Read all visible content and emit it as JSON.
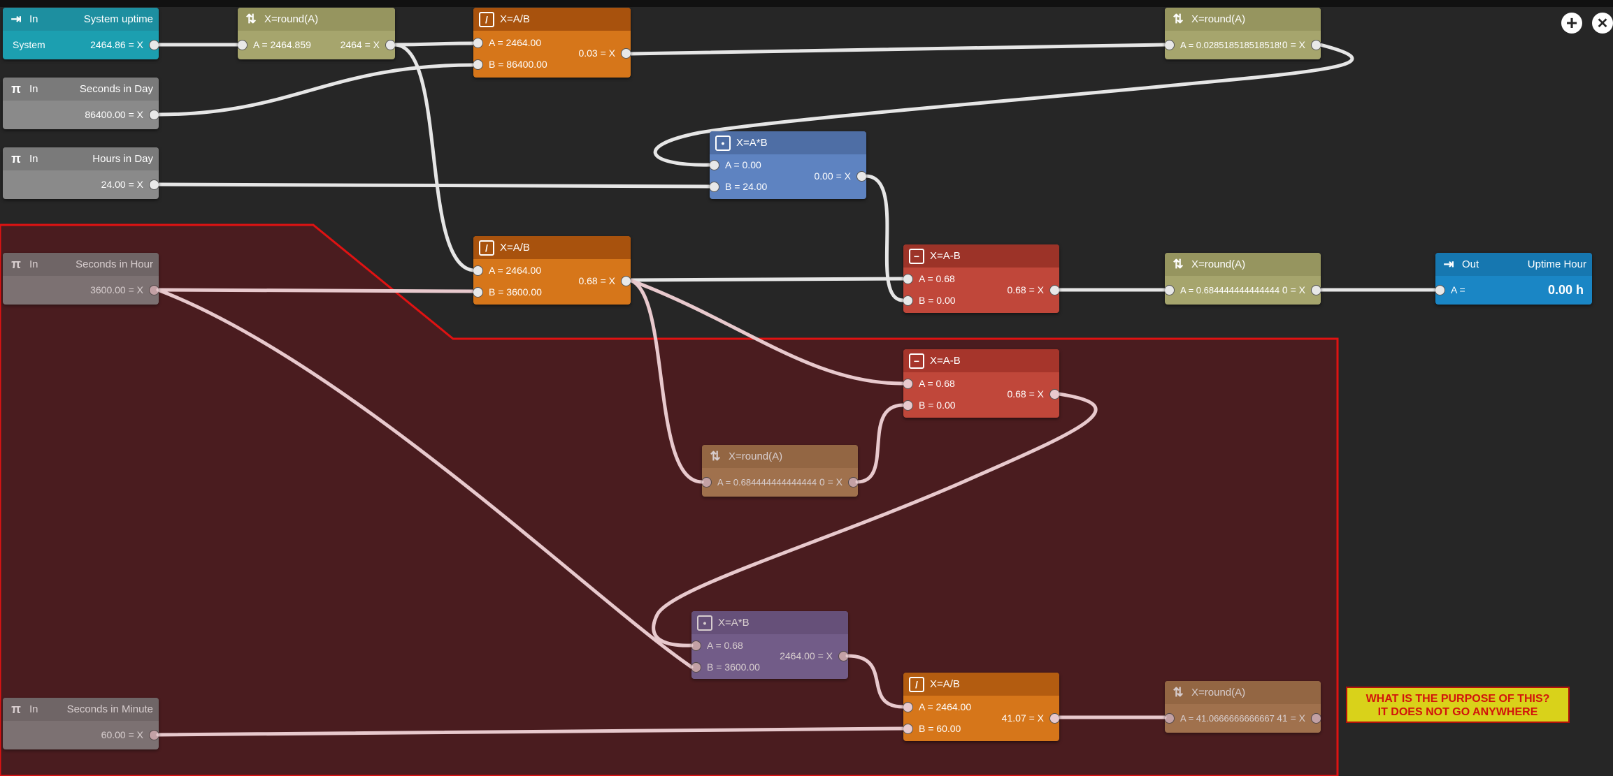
{
  "colors": {
    "input_teal": "#1c9fb0",
    "const_grey": "#8a8a8a",
    "round_olive": "#a6a56d",
    "divide_orange": "#d6761a",
    "multiply_blue": "#5e83c1",
    "subtract_red": "#c0473a",
    "output_blue": "#1a86c5",
    "region_fill": "#4a1c1f",
    "region_border": "#e01212",
    "note_bg": "#d9d21a",
    "note_text": "#d2140b"
  },
  "toolbar": {
    "add_icon": "plus-circle-icon",
    "close_icon": "x-circle-icon",
    "add_symbol": "+",
    "close_symbol": "✕"
  },
  "nodes": {
    "system_uptime": {
      "kind": "In",
      "title": "System uptime",
      "row_label": "System",
      "output": "2464.86 = X",
      "icon": "login-arrow-icon"
    },
    "seconds_in_day": {
      "kind": "In",
      "title": "Seconds in Day",
      "output": "86400.00 = X",
      "icon": "pi-icon"
    },
    "hours_in_day": {
      "kind": "In",
      "title": "Hours in Day",
      "output": "24.00 = X",
      "icon": "pi-icon"
    },
    "seconds_in_hour": {
      "kind": "In",
      "title": "Seconds in Hour",
      "output": "3600.00 = X",
      "icon": "pi-icon"
    },
    "seconds_in_minute": {
      "kind": "In",
      "title": "Seconds in Minute",
      "output": "60.00 = X",
      "icon": "pi-icon"
    },
    "round_uptime": {
      "title": "X=round(A)",
      "a": "A = 2464.859",
      "output": "2464 = X",
      "icon": "round-arrows-icon"
    },
    "divide_day": {
      "title": "X=A/B",
      "a": "A = 2464.00",
      "b": "B = 86400.00",
      "output": "0.03 = X",
      "icon": "divide-icon"
    },
    "round_day": {
      "title": "X=round(A)",
      "a": "A = 0.0285185185185185",
      "output": "0 = X",
      "icon": "round-arrows-icon"
    },
    "multiply_hours": {
      "title": "X=A*B",
      "a": "A = 0.00",
      "b": "B = 24.00",
      "output": "0.00 = X",
      "icon": "multiply-icon"
    },
    "divide_hour": {
      "title": "X=A/B",
      "a": "A = 2464.00",
      "b": "B = 3600.00",
      "output": "0.68 = X",
      "icon": "divide-icon"
    },
    "subtract_hour": {
      "title": "X=A-B",
      "a": "A = 0.68",
      "b": "B = 0.00",
      "output": "0.68 = X",
      "icon": "minus-icon"
    },
    "round_hour": {
      "title": "X=round(A)",
      "a": "A = 0.684444444444444",
      "output": "0 = X",
      "icon": "round-arrows-icon"
    },
    "uptime_hour": {
      "kind": "Out",
      "title": "Uptime Hour",
      "a": "A =",
      "value": "0.00 h",
      "icon": "logout-arrow-icon"
    },
    "subtract_dim": {
      "title": "X=A-B",
      "a": "A = 0.68",
      "b": "B = 0.00",
      "output": "0.68 = X",
      "icon": "minus-icon"
    },
    "round_dim": {
      "title": "X=round(A)",
      "a": "A = 0.684444444444444",
      "output": "0 = X",
      "icon": "round-arrows-icon"
    },
    "multiply_dim": {
      "title": "X=A*B",
      "a": "A = 0.68",
      "b": "B = 3600.00",
      "output": "2464.00 = X",
      "icon": "multiply-icon"
    },
    "divide_minute": {
      "title": "X=A/B",
      "a": "A = 2464.00",
      "b": "B = 60.00",
      "output": "41.07 = X",
      "icon": "divide-icon"
    },
    "round_minute": {
      "title": "X=round(A)",
      "a": "A = 41.0666666666667",
      "output": "41 = X",
      "icon": "round-arrows-icon"
    }
  },
  "note": {
    "line1": "WHAT IS THE PURPOSE OF THIS?",
    "line2": "IT DOES NOT GO ANYWHERE"
  }
}
